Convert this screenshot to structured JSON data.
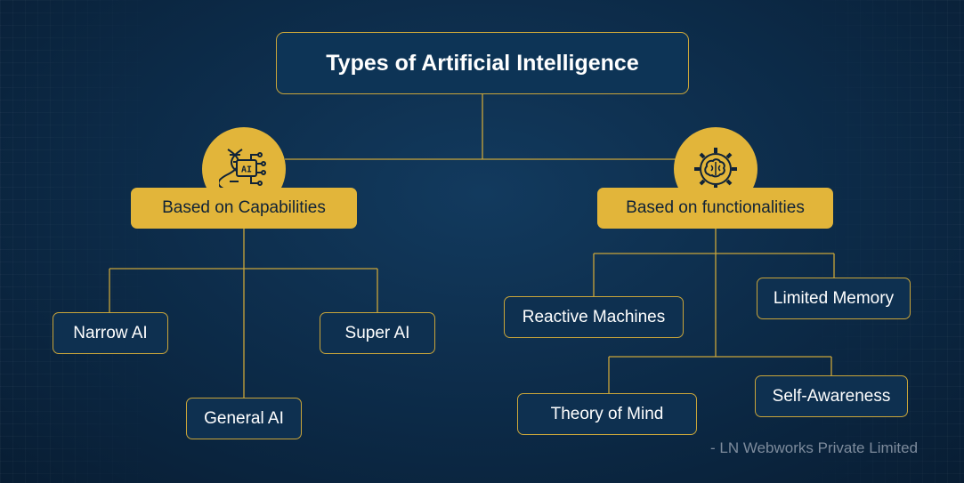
{
  "title": "Types of Artificial Intelligence",
  "categories": {
    "capabilities": {
      "label": "Based on Capabilities",
      "icon": "ai-dna-icon",
      "items": [
        "Narrow AI",
        "General AI",
        "Super AI"
      ]
    },
    "functionalities": {
      "label": "Based on functionalities",
      "icon": "brain-gear-icon",
      "items": [
        "Reactive Machines",
        "Limited Memory",
        "Theory of Mind",
        "Self-Awareness"
      ]
    }
  },
  "credit": "- LN Webworks Private Limited",
  "colors": {
    "background": "#0c2a47",
    "accent": "#e2b53a",
    "box": "#0e3050",
    "text": "#ffffff"
  }
}
